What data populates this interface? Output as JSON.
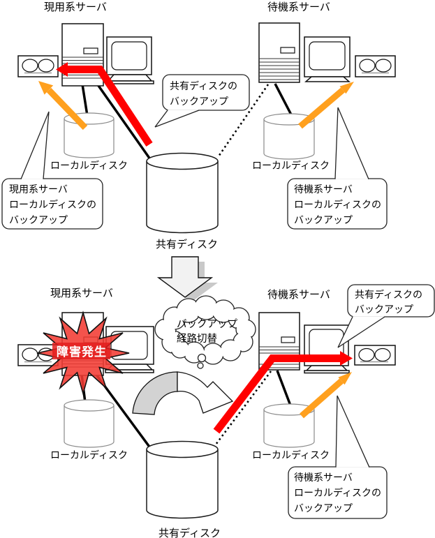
{
  "top": {
    "active_server": "現用系サーバ",
    "standby_server": "待機系サーバ",
    "local_disk_left": "ローカルディスク",
    "local_disk_right": "ローカルディスク",
    "shared_disk": "共有ディスク",
    "callout_shared_backup": {
      "line1": "共有ディスクの",
      "line2": "バックアップ"
    },
    "callout_active_local_backup": {
      "line1": "現用系サーバ",
      "line2": "ローカルディスクの",
      "line3": "バックアップ"
    },
    "callout_standby_local_backup": {
      "line1": "待機系サーバ",
      "line2": "ローカルディスクの",
      "line3": "バックアップ"
    }
  },
  "transition": {
    "cloud_line1": "バックアップ",
    "cloud_line2": "経路切替"
  },
  "bottom": {
    "active_server": "現用系サーバ",
    "standby_server": "待機系サーバ",
    "failure": "障害発生",
    "local_disk_left": "ローカルディスク",
    "local_disk_right": "ローカルディスク",
    "shared_disk": "共有ディスク",
    "callout_shared_backup": {
      "line1": "共有ディスクの",
      "line2": "バックアップ"
    },
    "callout_standby_local_backup": {
      "line1": "待機系サーバ",
      "line2": "ローカルディスクの",
      "line3": "バックアップ"
    }
  },
  "colors": {
    "shared_disk_backup_arrow": "#ff0000",
    "local_disk_backup_arrow": "#ffa01e",
    "failure_burst_fill": "#f23b33",
    "failure_band_fill": "#e31f1f",
    "shadow": "#c9c9c9"
  }
}
